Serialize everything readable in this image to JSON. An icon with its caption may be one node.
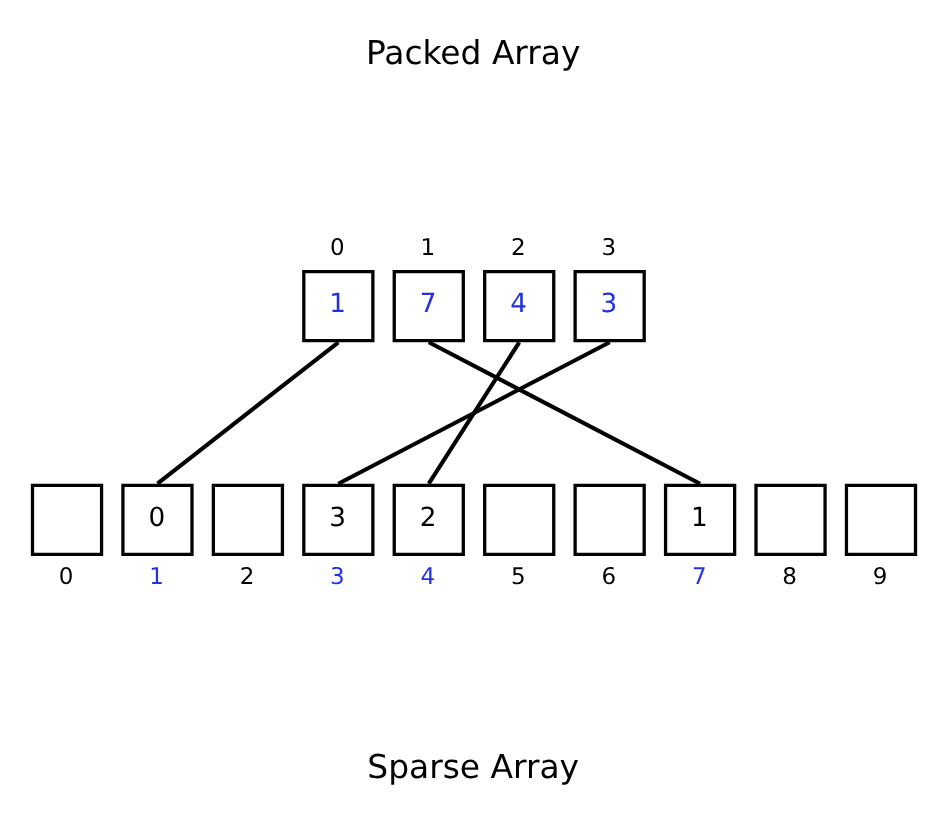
{
  "diagram": {
    "nodes": [
      {
        "text": [
          "1"
        ],
        "beside": [
          "0"
        ]
      },
      {
        "text": [
          "7"
        ],
        "beside": [
          "1"
        ]
      },
      {
        "text": [
          "4"
        ],
        "beside": [
          "2"
        ]
      },
      {
        "text": [
          "3"
        ],
        "beside": [
          "3"
        ]
      },
      {
        "text": [],
        "shape": "box",
        "beside": [
          "0"
        ]
      },
      {
        "text": [
          "0"
        ],
        "beside": [
          "1"
        ]
      },
      {
        "text": [],
        "shape": "box",
        "beside": [
          "2"
        ]
      },
      {
        "text": [
          "3"
        ],
        "beside": [
          "3"
        ]
      },
      {
        "text": [
          "2"
        ],
        "beside": [
          "4"
        ]
      },
      {
        "text": [],
        "shape": "box",
        "beside": [
          "5"
        ]
      },
      {
        "text": [],
        "shape": "box",
        "beside": [
          "6"
        ]
      },
      {
        "text": [
          "1"
        ],
        "beside": [
          "7"
        ]
      },
      {
        "text": [],
        "shape": "box",
        "beside": [
          "8"
        ]
      },
      {
        "text": [],
        "shape": "box",
        "beside": [
          "9"
        ]
      }
    ],
    "edges": [
      {
        "from": 0,
        "to": 5,
        "arrow": "none"
      },
      {
        "from": 1,
        "to": 11,
        "arrow": "none"
      },
      {
        "from": 2,
        "to": 8,
        "arrow": "none"
      },
      {
        "from": 3,
        "to": 7,
        "arrow": "none"
      }
    ],
    "labels": [
      "Packed Array",
      "Sparse Array"
    ]
  }
}
